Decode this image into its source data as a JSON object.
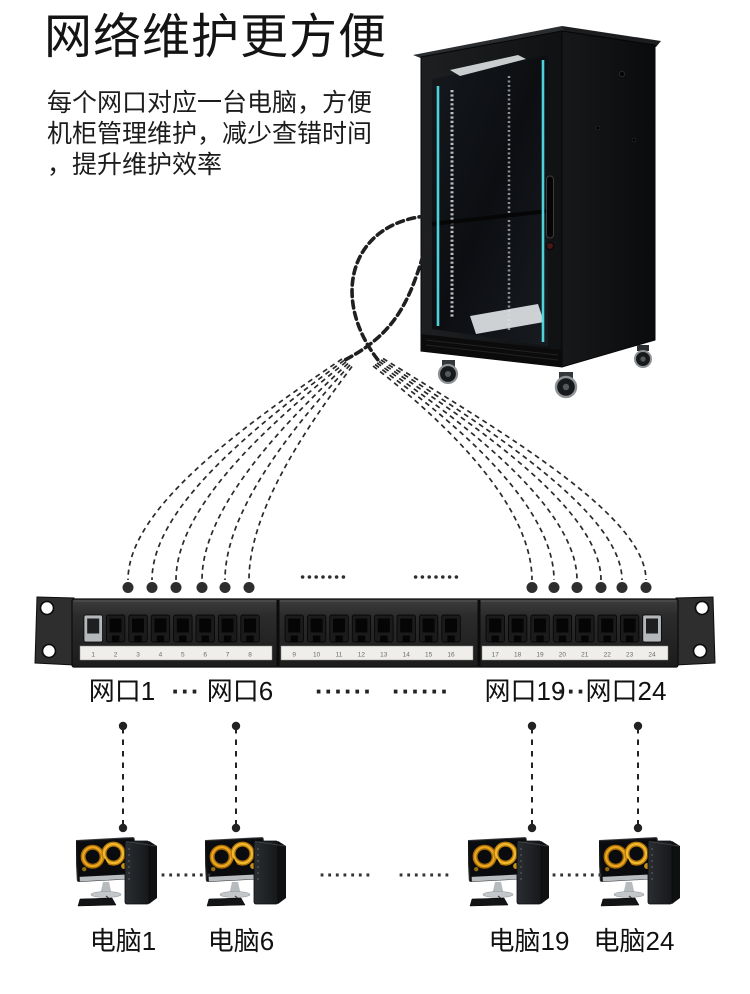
{
  "header": {
    "title": "网络维护更方便",
    "description_lines": [
      "每个网口对应一台电脑，方便",
      "机柜管理维护，减少查错时间",
      "，提升维护效率"
    ]
  },
  "patch_panel": {
    "port_numbers": [
      "1",
      "2",
      "3",
      "4",
      "5",
      "6",
      "7",
      "8",
      "9",
      "10",
      "11",
      "12",
      "13",
      "14",
      "15",
      "16",
      "17",
      "18",
      "19",
      "20",
      "21",
      "22",
      "23",
      "24"
    ]
  },
  "port_label_row": {
    "items": [
      {
        "type": "label",
        "text": "网口1"
      },
      {
        "type": "dots",
        "text": "···"
      },
      {
        "type": "label",
        "text": "网口6"
      },
      {
        "type": "dots",
        "text": "······"
      },
      {
        "type": "dots",
        "text": "······"
      },
      {
        "type": "label",
        "text": "网口19"
      },
      {
        "type": "dots",
        "text": "···"
      },
      {
        "type": "label",
        "text": "网口24"
      }
    ]
  },
  "computer_row": {
    "labels": [
      "电脑1",
      "电脑6",
      "电脑19",
      "电脑24"
    ],
    "separator_dots": "·······"
  },
  "colors": {
    "cyan_accent": "#52dce6",
    "cable": "#222222",
    "panel_body": "#2b2b2b",
    "label_strip": "#efeeea",
    "monitor_art_orange": "#e8a81c"
  }
}
